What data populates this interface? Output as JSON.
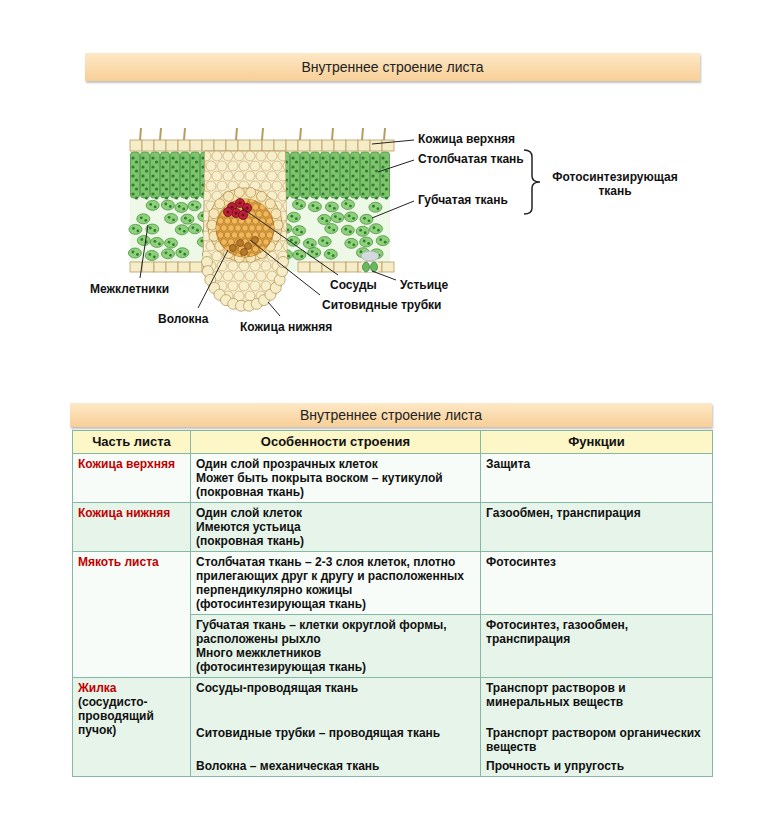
{
  "diagram": {
    "title": "Внутреннее строение листа",
    "nodes": [
      {
        "text": [
          "Внутреннее строение листа"
        ]
      }
    ],
    "labels": [
      "Кожица верхняя",
      "Столбчатая ткань",
      "Губчатая ткань",
      "Фотосинтезирующая ткань",
      "Сосуды",
      "Устьице",
      "Межклетники",
      "Ситовидные трубки",
      "Волокна",
      "Кожица нижняя",
      "Часть листа",
      "Особенности строения",
      "Функции",
      "Кожица верхняя",
      "Один слой прозрачных клеток",
      "Может быть покрыта воском – кутикулой",
      "(покровная ткань)",
      "Защита",
      "Кожица нижняя",
      "Один слой клеток",
      "Имеются устьица",
      "(покровная ткань)",
      "Газообмен, транспирация",
      "Мякоть листа",
      "Столбчатая ткань – 2-3 слоя клеток, плотно прилегающих друг к другу и расположенных перпендикулярно кожицы",
      "(фотосинтезирующая ткань)",
      "Фотосинтез",
      "Губчатая ткань – клетки округлой формы, расположены рыхло",
      "Много межклетников",
      "(фотосинтезирующая ткань)",
      "Фотосинтез, газообмен, транспирация",
      "Жилка",
      "(сосудисто-проводящий пучок)",
      "Сосуды-проводящая ткань",
      "Транспорт растворов и минеральных веществ",
      "Ситовидные трубки – проводящая ткань",
      "Транспорт раствором органических веществ",
      "Волокна – механическая ткань",
      "Прочность и упругость"
    ]
  }
}
